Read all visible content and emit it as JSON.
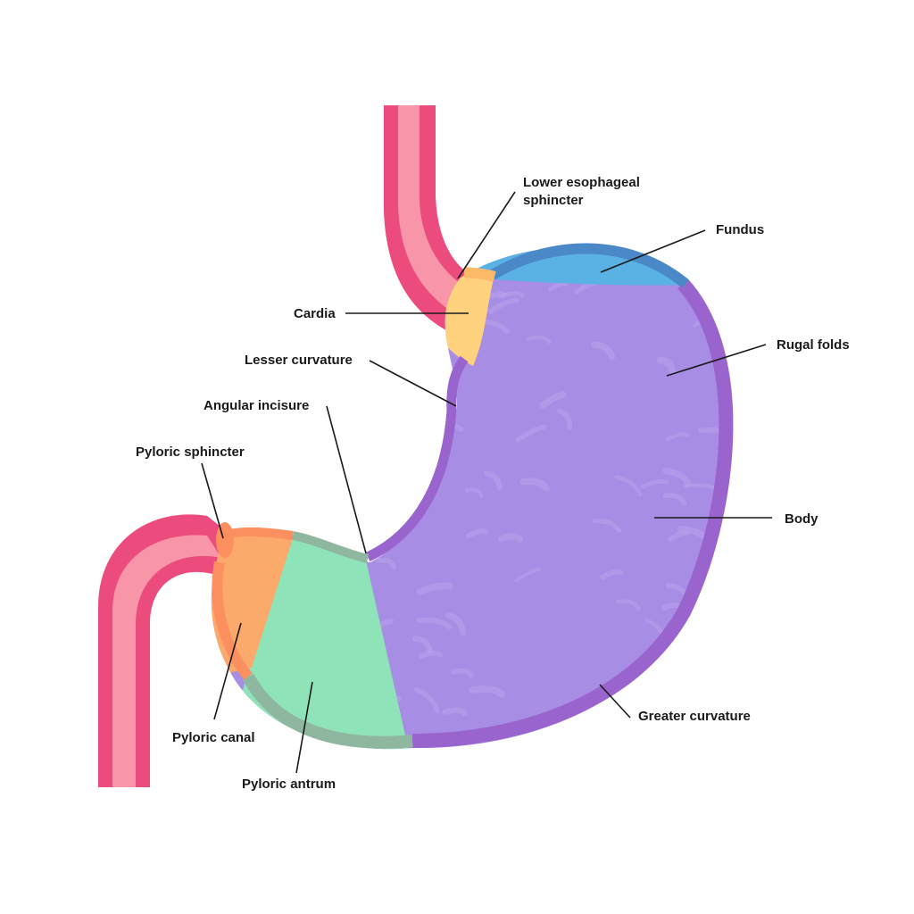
{
  "colors": {
    "esophagus_outer": "#ec4c7d",
    "esophagus_inner": "#f995a8",
    "fundus": "#5ab2e4",
    "fundus_rim": "#4a88c8",
    "body": "#a78de3",
    "body_rim": "#9a64cf",
    "cardia": "#ffd37e",
    "cardia_rim": "#fdbb6a",
    "antrum": "#8fe3b8",
    "antrum_rim": "#8fb7a0",
    "canal": "#fcaa6b",
    "canal_rim": "#fb8f5f",
    "pyloric_sphincter": "#fb8f5f",
    "rugal_fold": "#b9a3ee"
  },
  "labels": {
    "les_line1": "Lower esophageal",
    "les_line2": "sphincter",
    "fundus": "Fundus",
    "cardia": "Cardia",
    "rugal_folds": "Rugal folds",
    "lesser_curvature": "Lesser curvature",
    "angular_incisure": "Angular incisure",
    "pyloric_sphincter": "Pyloric sphincter",
    "body": "Body",
    "greater_curvature": "Greater curvature",
    "pyloric_canal": "Pyloric canal",
    "pyloric_antrum": "Pyloric antrum"
  }
}
